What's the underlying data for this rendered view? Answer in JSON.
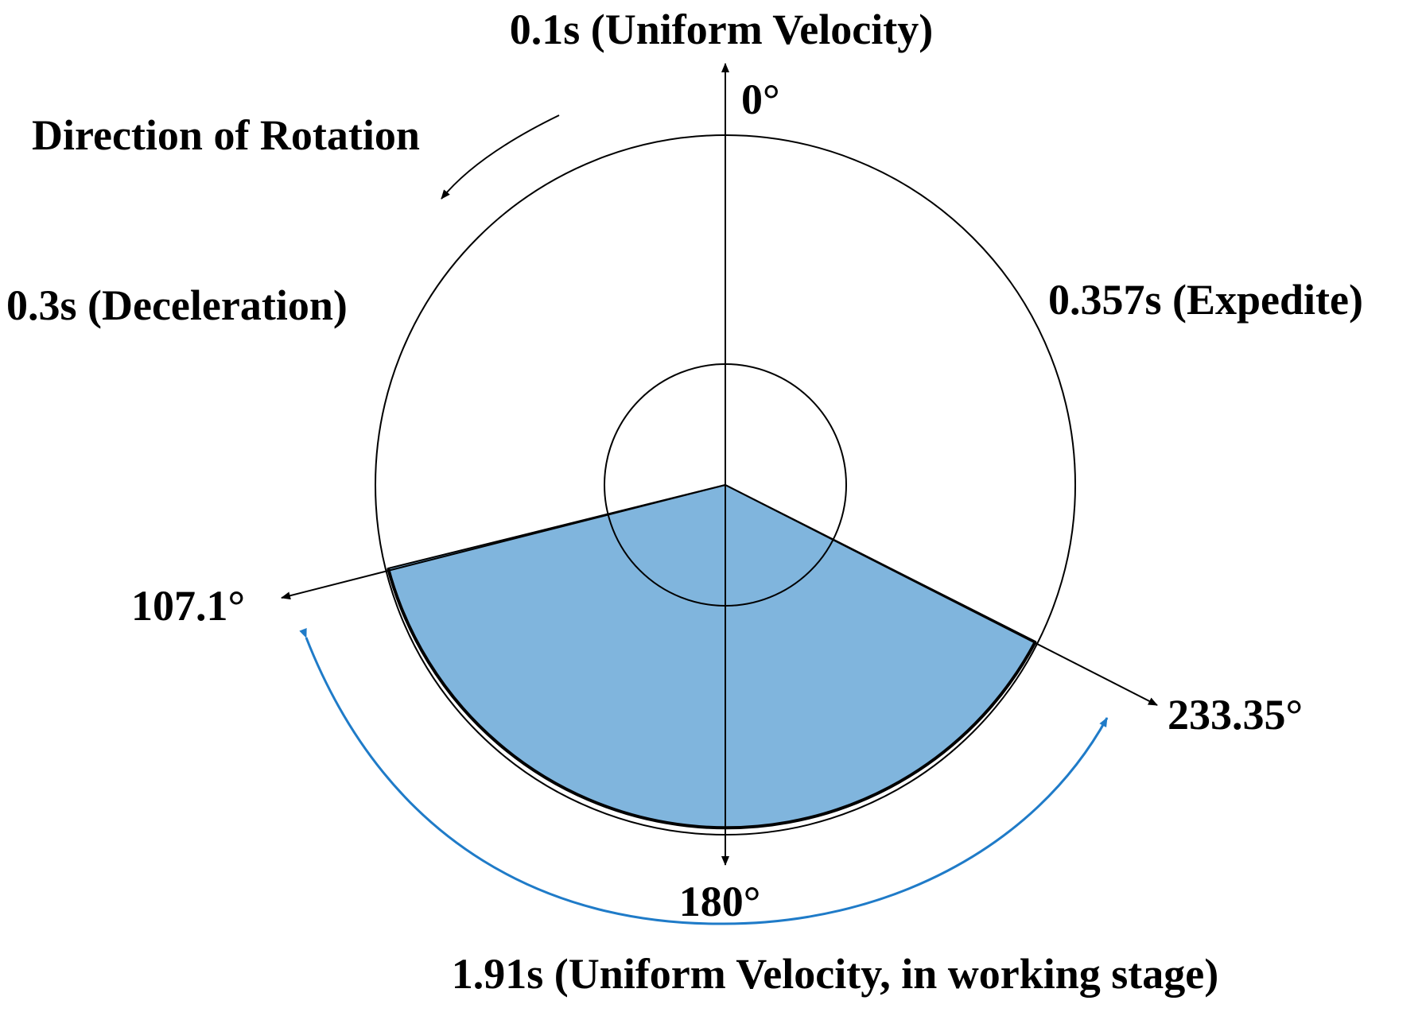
{
  "labels": {
    "top_phase": "0.1s (Uniform Velocity)",
    "angle_0": "0°",
    "direction": "Direction of Rotation",
    "left_phase": "0.3s (Deceleration)",
    "right_phase": "0.357s (Expedite)",
    "angle_107": "107.1°",
    "angle_233": "233.35°",
    "angle_180": "180°",
    "bottom_phase": "1.91s (Uniform Velocity, in working stage)"
  },
  "angles_deg": {
    "working_start": 107.1,
    "working_end": 233.35
  },
  "colors": {
    "sector_fill": "#80b5dd",
    "working_arrow": "#1f7bc8",
    "line": "#000000"
  }
}
